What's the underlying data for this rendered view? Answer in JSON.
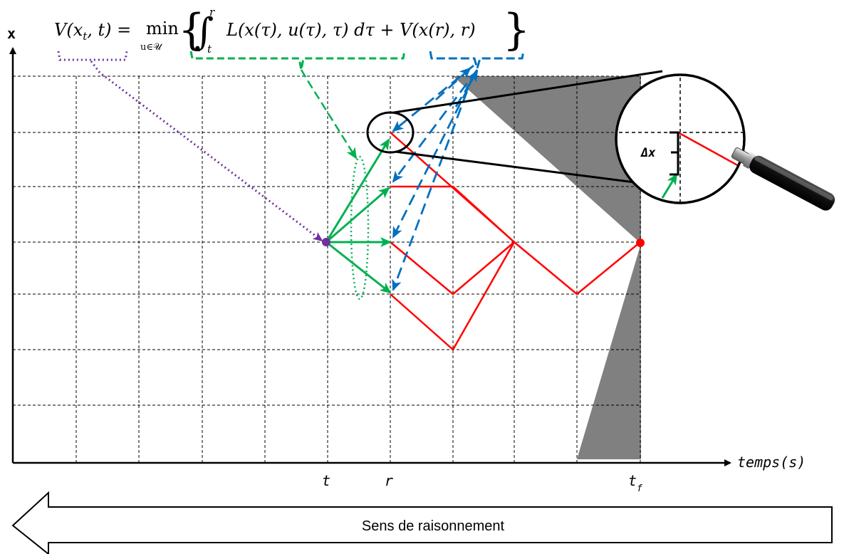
{
  "axes": {
    "y_label": "x",
    "x_label": "temps(s)",
    "tick_t": "t",
    "tick_r": "r",
    "tick_tf_main": "t",
    "tick_tf_sub": "f"
  },
  "equation": {
    "lhs": "V(x",
    "lhs_sub": "t",
    "lhs_end": ", t) =",
    "min": "min",
    "min_sub": "u∈𝒰",
    "integral": "∫",
    "int_upper": "r",
    "int_lower": "t",
    "integrand": "L(x(τ), u(τ), τ) dτ + V(x(r), r)"
  },
  "zoom": {
    "delta_label": "Δx"
  },
  "arrow_banner": {
    "label": "Sens de raisonnement"
  },
  "colors": {
    "grid": "#000000",
    "red_path": "#ff0000",
    "green": "#00b050",
    "blue": "#0070c0",
    "purple": "#7030a0",
    "shade": "#808080"
  }
}
